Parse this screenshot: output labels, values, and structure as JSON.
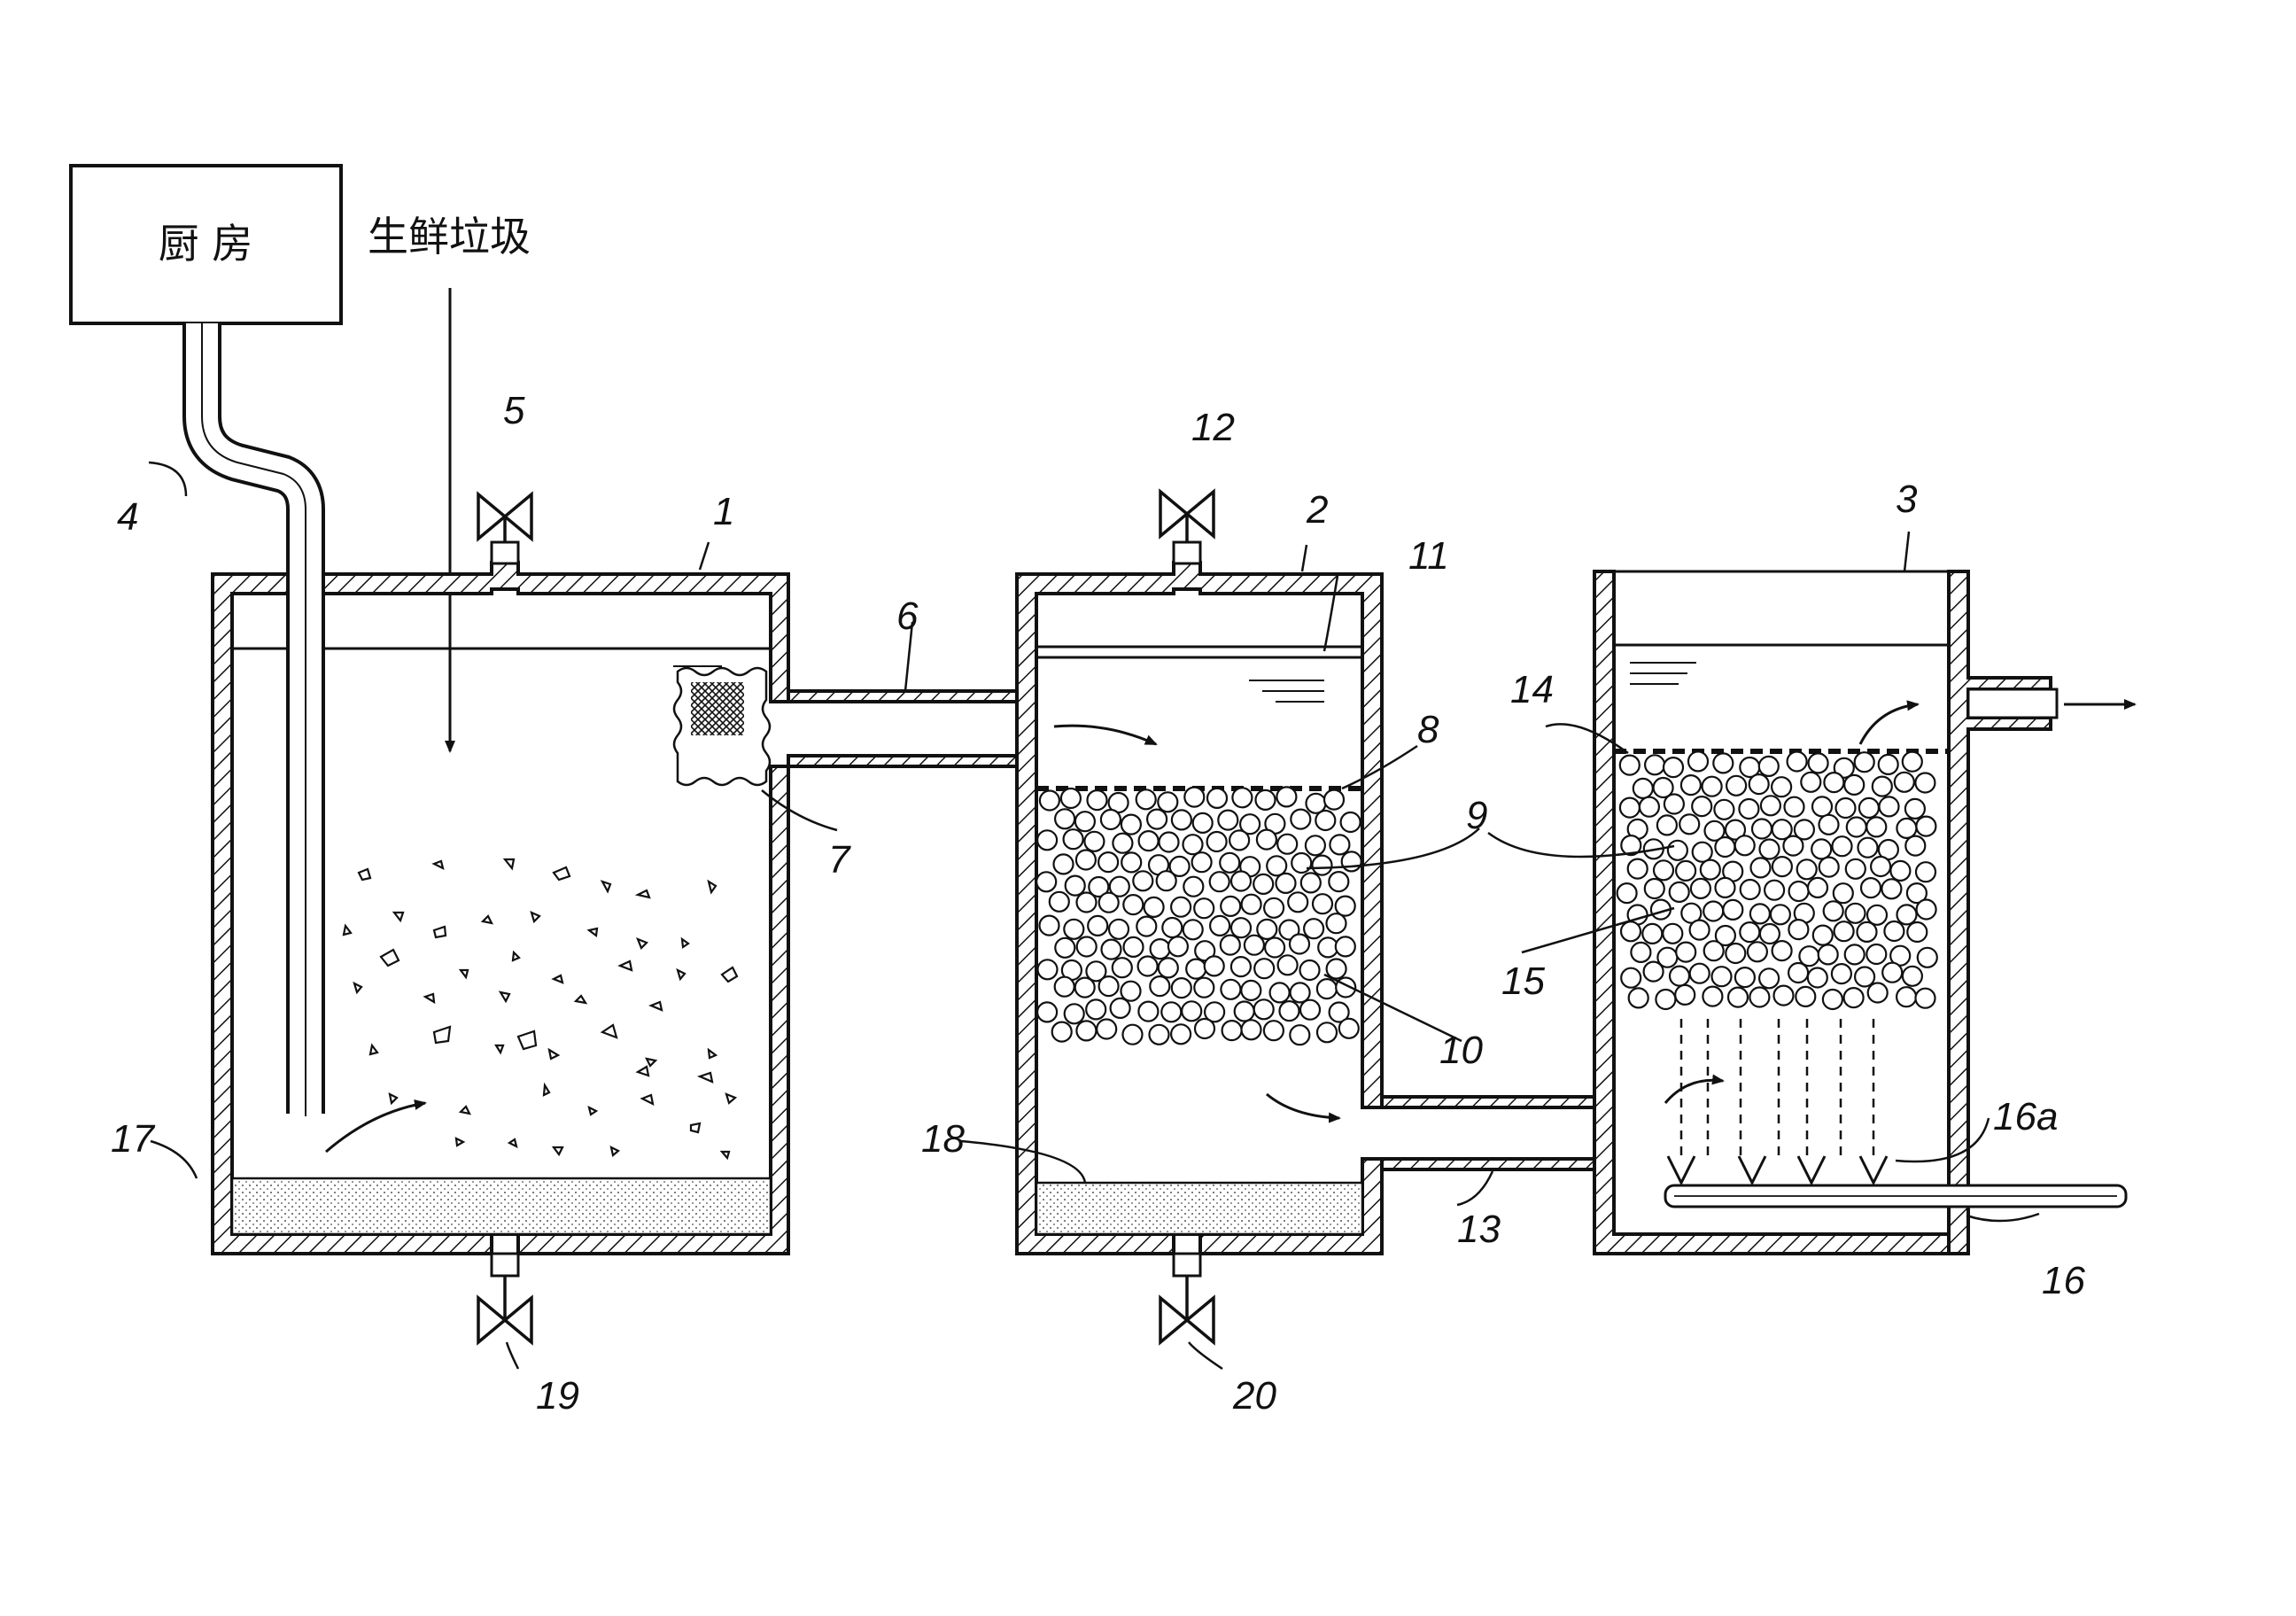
{
  "source_box": {
    "label": "厨 房"
  },
  "input": {
    "label": "生鲜垃圾"
  },
  "labels": {
    "n1": "1",
    "n2": "2",
    "n3": "3",
    "n4": "4",
    "n5": "5",
    "n6": "6",
    "n7": "7",
    "n8": "8",
    "n9": "9",
    "n10": "10",
    "n11": "11",
    "n12": "12",
    "n13": "13",
    "n14": "14",
    "n15": "15",
    "n16": "16",
    "n16a": "16a",
    "n17": "17",
    "n18": "18",
    "n19": "19",
    "n20": "20"
  }
}
